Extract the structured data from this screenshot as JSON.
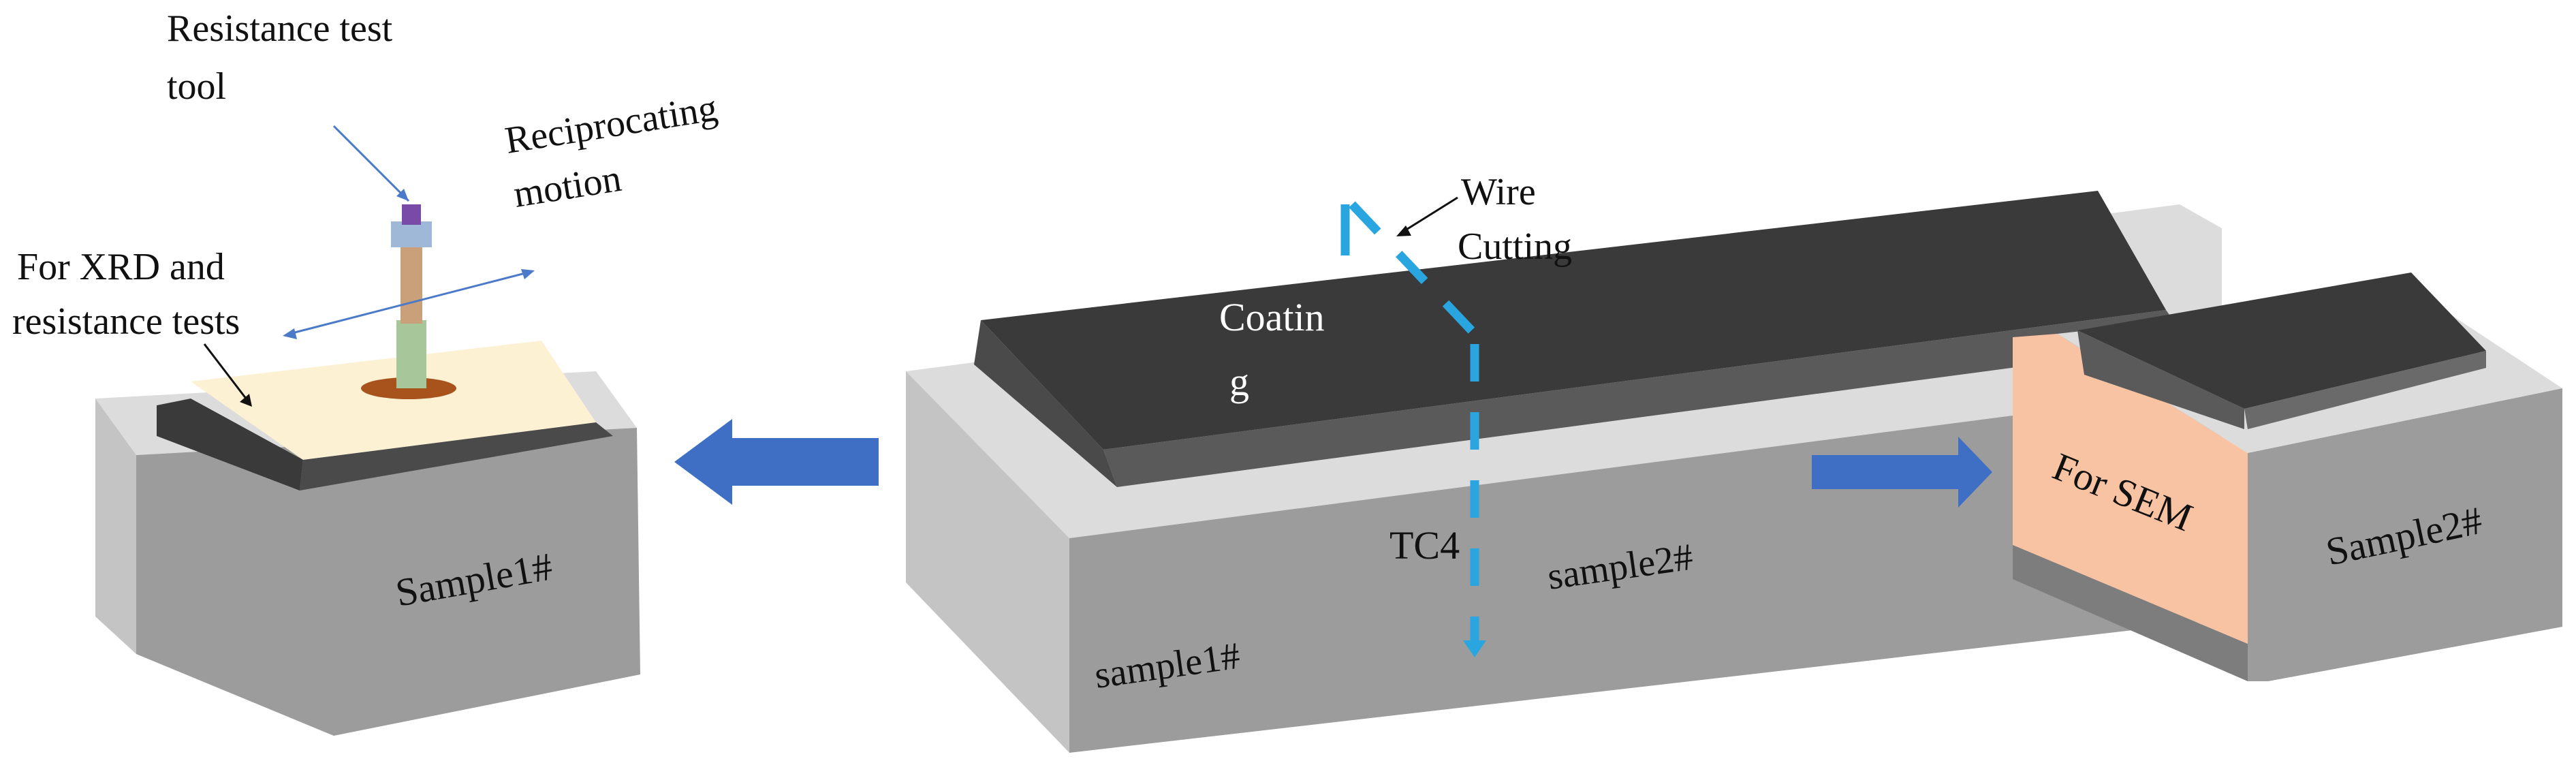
{
  "labels": {
    "resistance_tool_line1": "Resistance test",
    "resistance_tool_line2": "tool",
    "reciprocating_line1": "Reciprocating",
    "reciprocating_line2": "motion",
    "xrd_line1": "For XRD and",
    "xrd_line2": "resistance tests",
    "sample1_left": "Sample1#",
    "coating_line1": "Coatin",
    "coating_line2": "g",
    "wire_line1": "Wire",
    "wire_line2": "Cutting",
    "tc4": "TC4",
    "sample1_center": "sample1#",
    "sample2_center": "sample2#",
    "for_sem": "For SEM",
    "sample2_right": "Sample2#"
  },
  "colors": {
    "coating": "#3a3a3a",
    "substrate_front": "#9c9c9c",
    "substrate_side": "#c4c4c4",
    "substrate_top": "#dcdcdc",
    "xrd_area": "#fdf1d4",
    "sem_face": "#f8c3a2",
    "arrow": "#3f6fc4",
    "cut_line": "#29a6e0",
    "pointer_line": "#4a7ac8"
  }
}
